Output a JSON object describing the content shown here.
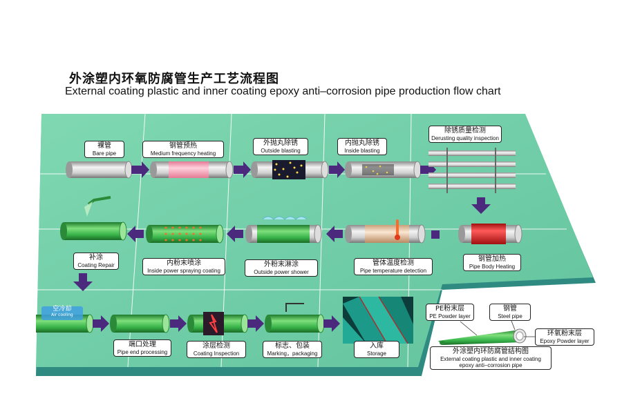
{
  "title_cn": "外涂塑内环氧防腐管生产工艺流程图",
  "title_en": "External coating plastic and inner coating epoxy anti–corrosion pipe production flow chart",
  "steps": {
    "bare_pipe": {
      "cn": "裸管",
      "en": "Bare pipe"
    },
    "preheat": {
      "cn": "钢管预热",
      "en": "Medium frequency heating"
    },
    "outside_blast": {
      "cn": "外抛丸除锈",
      "en": "Outside blasting"
    },
    "inside_blast": {
      "cn": "内抛丸除锈",
      "en": "Inside blasting"
    },
    "derust_inspect": {
      "cn": "除锈质量检测",
      "en": "Derusting quality inspection"
    },
    "body_heating": {
      "cn": "钢管加热",
      "en": "Pipe Body Heating"
    },
    "temp_detect": {
      "cn": "管体温度检测",
      "en": "Pipe temperature detection"
    },
    "outside_shower": {
      "cn": "外粉末淋涂",
      "en": "Outside power shower"
    },
    "inside_spray": {
      "cn": "内粉末喷涂",
      "en": "Inside power spraying coating"
    },
    "coating_repair": {
      "cn": "补涂",
      "en": "Coating Repair"
    },
    "air_cooling": {
      "cn": "空冷却",
      "en": "Air cooling"
    },
    "pipe_end": {
      "cn": "端口处理",
      "en": "Pipe end processing"
    },
    "coating_inspect": {
      "cn": "涂层检测",
      "en": "Coating Inspection"
    },
    "marking": {
      "cn": "标志、包装",
      "en": "Marking，packaging"
    },
    "storage": {
      "cn": "入库",
      "en": "Storage"
    }
  },
  "structure": {
    "pe_layer": {
      "cn": "PE粉末层",
      "en": "PE Powder layer"
    },
    "steel_pipe": {
      "cn": "钢管",
      "en": "Steel pipe"
    },
    "epoxy_layer": {
      "cn": "环氧粉末层",
      "en": "Epoxy Powder layer"
    },
    "caption_cn": "外涂塑内环防腐管结构图",
    "caption_en1": "External coating plastic and inner coating",
    "caption_en2": "epoxy anti–corrosion  pipe"
  },
  "colors": {
    "floor": "#6fcfa8",
    "floor_edge": "#2f8a82",
    "arrow": "#4b2a7d",
    "green_pipe": "#38b44a",
    "red_pipe": "#e02a2a",
    "pink_band": "#f2a0b4"
  }
}
